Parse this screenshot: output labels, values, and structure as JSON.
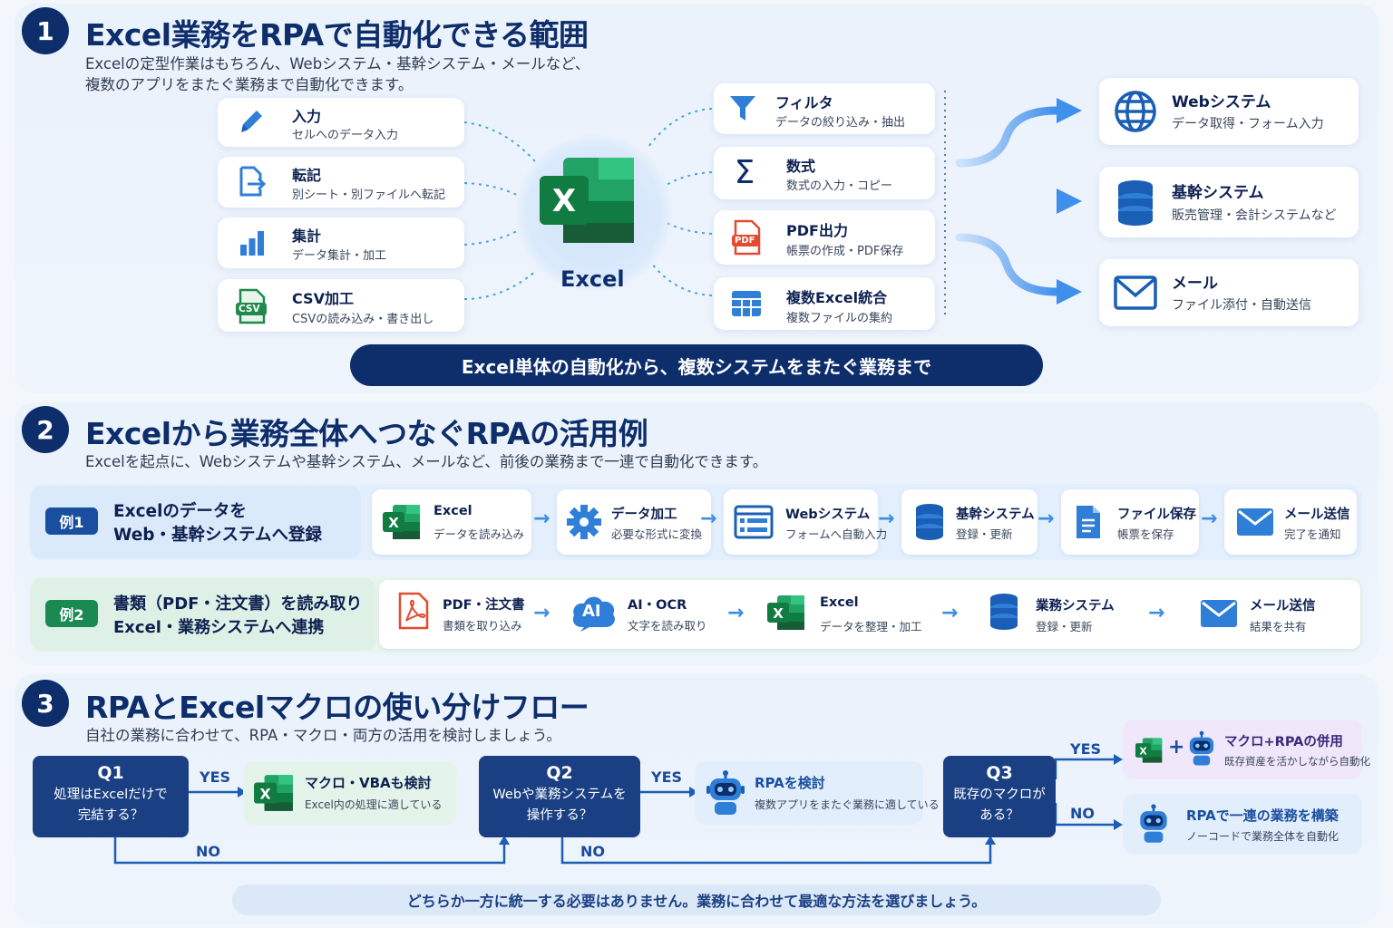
{
  "section1": {
    "number": "1",
    "title": "Excel業務をRPAで自動化できる範囲",
    "subtitle_line1": "Excelの定型作業はもちろん、Webシステム・基幹システム・メールなど、",
    "subtitle_line2": "複数のアプリをまたぐ業務まで自動化できます。",
    "center_label": "Excel",
    "left_cards": [
      {
        "title": "入力",
        "desc": "セルへのデータ入力",
        "icon": "pencil-icon"
      },
      {
        "title": "転記",
        "desc": "別シート・別ファイルへ転記",
        "icon": "file-export-icon"
      },
      {
        "title": "集計",
        "desc": "データ集計・加工",
        "icon": "bar-chart-icon"
      },
      {
        "title": "CSV加工",
        "desc": "CSVの読み込み・書き出し",
        "icon": "csv-icon"
      }
    ],
    "right_cards": [
      {
        "title": "フィルタ",
        "desc": "データの絞り込み・抽出",
        "icon": "filter-icon"
      },
      {
        "title": "数式",
        "desc": "数式の入力・コピー",
        "icon": "sigma-icon"
      },
      {
        "title": "PDF出力",
        "desc": "帳票の作成・PDF保存",
        "icon": "pdf-icon"
      },
      {
        "title": "複数Excel統合",
        "desc": "複数ファイルの集約",
        "icon": "table-icon"
      }
    ],
    "system_cards": [
      {
        "title": "Webシステム",
        "desc": "データ取得・フォーム入力",
        "icon": "globe-icon"
      },
      {
        "title": "基幹システム",
        "desc": "販売管理・会計システムなど",
        "icon": "database-icon"
      },
      {
        "title": "メール",
        "desc": "ファイル添付・自動送信",
        "icon": "mail-icon"
      }
    ],
    "pdf_icon_text": "PDF",
    "csv_icon_text": "CSV",
    "band": "Excel単体の自動化から、複数システムをまたぐ業務まで"
  },
  "section2": {
    "number": "2",
    "title": "Excelから業務全体へつなぐRPAの活用例",
    "subtitle": "Excelを起点に、Webシステムや基幹システム、メールなど、前後の業務まで一連で自動化できます。",
    "example1": {
      "tag": "例1",
      "line1": "Excelのデータを",
      "line2": "Web・基幹システムへ登録",
      "steps": [
        {
          "title": "Excel",
          "desc": "データを読み込み",
          "icon": "excel-icon"
        },
        {
          "title": "データ加工",
          "desc": "必要な形式に変換",
          "icon": "gear-icon"
        },
        {
          "title": "Webシステム",
          "desc": "フォームへ自動入力",
          "icon": "web-form-icon"
        },
        {
          "title": "基幹システム",
          "desc": "登録・更新",
          "icon": "database-icon"
        },
        {
          "title": "ファイル保存",
          "desc": "帳票を保存",
          "icon": "document-icon"
        },
        {
          "title": "メール送信",
          "desc": "完了を通知",
          "icon": "mail-icon"
        }
      ]
    },
    "example2": {
      "tag": "例2",
      "line1": "書類（PDF・注文書）を読み取り",
      "line2": "Excel・業務システムへ連携",
      "steps": [
        {
          "title": "PDF・注文書",
          "desc": "書類を取り込み",
          "icon": "acrobat-icon"
        },
        {
          "title": "AI・OCR",
          "desc": "文字を読み取り",
          "icon": "ai-cloud-icon"
        },
        {
          "title": "Excel",
          "desc": "データを整理・加工",
          "icon": "excel-icon"
        },
        {
          "title": "業務システム",
          "desc": "登録・更新",
          "icon": "database-icon"
        },
        {
          "title": "メール送信",
          "desc": "結果を共有",
          "icon": "mail-icon"
        }
      ]
    },
    "ai_icon_text": "AI"
  },
  "section3": {
    "number": "3",
    "title": "RPAとExcelマクロの使い分けフロー",
    "subtitle": "自社の業務に合わせて、RPA・マクロ・両方の活用を検討しましょう。",
    "q1": {
      "label": "Q1",
      "line1": "処理はExcelだけで",
      "line2": "完結する？"
    },
    "q2": {
      "label": "Q2",
      "line1": "Webや業務システムを",
      "line2": "操作する？"
    },
    "q3": {
      "label": "Q3",
      "line1": "既存のマクロが",
      "line2": "ある？"
    },
    "yes": "YES",
    "no": "NO",
    "r_macro": {
      "title": "マクロ・VBAも検討",
      "desc": "Excel内の処理に適している"
    },
    "r_rpa": {
      "title": "RPAを検討",
      "desc": "複数アプリをまたぐ業務に適している"
    },
    "r_both": {
      "title": "マクロ+RPAの併用",
      "desc": "既存資産を活かしながら自動化"
    },
    "r_full": {
      "title": "RPAで一連の業務を構築",
      "desc": "ノーコードで業務全体を自動化"
    },
    "plus": "+",
    "footer": "どちらか一方に統一する必要はありません。業務に合わせて最適な方法を選びましょう。"
  },
  "colors": {
    "navy": "#0d2d6b",
    "blue": "#2f7fd8",
    "excel_green": "#1f7a43",
    "purple_bg": "#f3e9fb",
    "green_bg": "#e6f5ec"
  }
}
